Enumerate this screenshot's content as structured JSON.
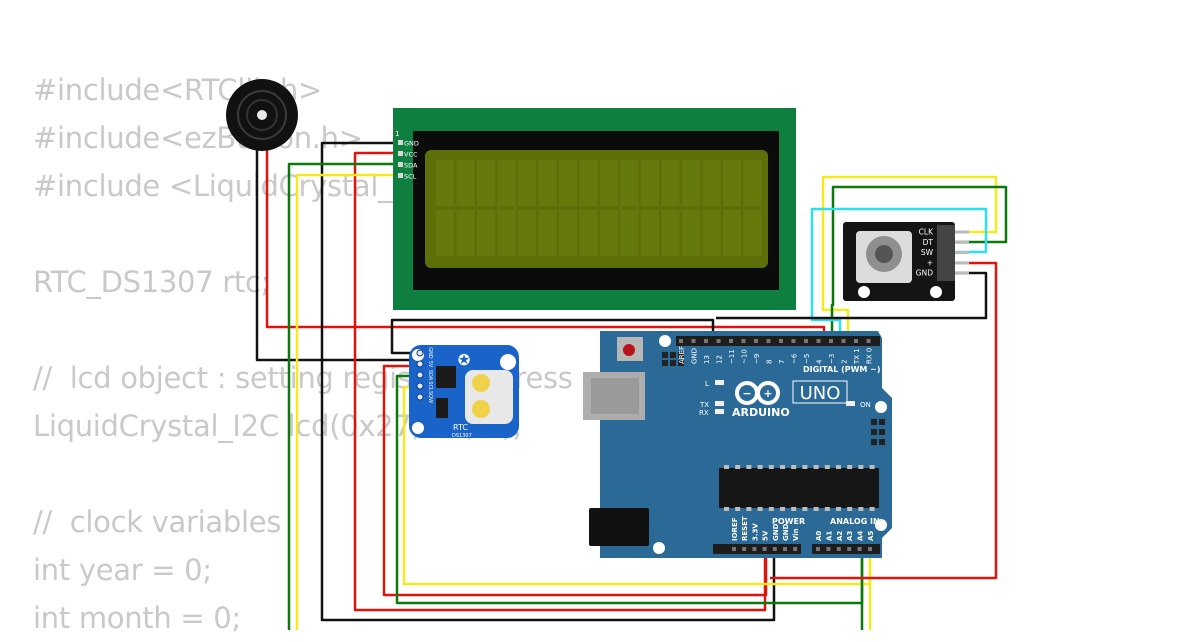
{
  "code_lines": [
    "#include<RTClib.h>",
    "#include<ezButton.h>",
    "#include <LiquidCrystal_I2C.h>",
    "",
    "RTC_DS1307 rtc;",
    "",
    "//  lcd object : setting register address",
    "LiquidCrystal_I2C lcd(0x27, 16, 2);",
    "",
    "//  clock variables",
    "int year = 0;",
    "int month = 0;"
  ],
  "lcd": {
    "pins": [
      "GND",
      "VCC",
      "SDA",
      "SCL"
    ],
    "pin1_label": "1"
  },
  "rtc": {
    "pins": [
      "GND",
      "5V",
      "SDA",
      "SCL",
      "SQW"
    ],
    "label": "RTC",
    "chip": "DS1307"
  },
  "encoder": {
    "pins": [
      "CLK",
      "DT",
      "SW",
      "+",
      "GND"
    ]
  },
  "arduino": {
    "brand": "ARDUINO",
    "model": "UNO",
    "digital_header": "DIGITAL (PWM ~)",
    "digital_pins": [
      "AREF",
      "GND",
      "13",
      "12",
      "~11",
      "~10",
      "~9",
      "8",
      "7",
      "~6",
      "~5",
      "4",
      "~3",
      "2",
      "TX 1",
      "RX 0"
    ],
    "power_header": "POWER",
    "power_pins": [
      "IOREF",
      "RESET",
      "3.3V",
      "5V",
      "GND",
      "GND",
      "Vin"
    ],
    "analog_header": "ANALOG IN",
    "analog_pins": [
      "A0",
      "A1",
      "A2",
      "A3",
      "A4",
      "A5"
    ],
    "led_l": "L",
    "led_tx": "TX",
    "led_rx": "RX",
    "led_on": "ON"
  },
  "colors": {
    "wire_red": "#e0140f",
    "wire_black": "#111111",
    "wire_green": "#0b7a0b",
    "wire_yellow": "#f4ea1c",
    "wire_cyan": "#2be0ee",
    "lcd_pcb": "#0e7f3e",
    "lcd_screen": "#5d6f09",
    "arduino_board": "#2b6a97",
    "rtc_board": "#1a63c9"
  }
}
